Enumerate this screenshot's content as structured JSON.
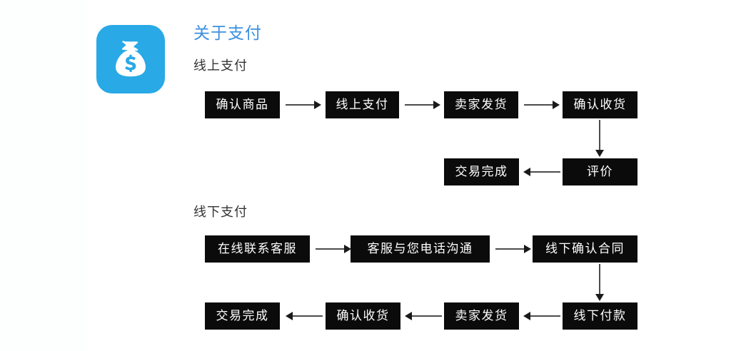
{
  "page": {
    "background_color": "#ffffff",
    "node_color": "#0b0b0b",
    "node_text_color": "#ffffff",
    "arrow_color": "#4c4c4c",
    "accent_color": "#3b8fe0",
    "icon_background_color": "#29a9e6"
  },
  "header": {
    "icon_name": "money-bag-icon",
    "title": "关于支付"
  },
  "sections": [
    {
      "label": "线上支付",
      "nodes": [
        {
          "id": "o1",
          "label": "确认商品"
        },
        {
          "id": "o2",
          "label": "线上支付"
        },
        {
          "id": "o3",
          "label": "卖家发货"
        },
        {
          "id": "o4",
          "label": "确认收货"
        },
        {
          "id": "o5",
          "label": "评价"
        },
        {
          "id": "o6",
          "label": "交易完成"
        }
      ],
      "edges": [
        {
          "from": "o1",
          "to": "o2",
          "direction": "right"
        },
        {
          "from": "o2",
          "to": "o3",
          "direction": "right"
        },
        {
          "from": "o3",
          "to": "o4",
          "direction": "right"
        },
        {
          "from": "o4",
          "to": "o5",
          "direction": "down"
        },
        {
          "from": "o5",
          "to": "o6",
          "direction": "left"
        }
      ]
    },
    {
      "label": "线下支付",
      "nodes": [
        {
          "id": "f1",
          "label": "在线联系客服"
        },
        {
          "id": "f2",
          "label": "客服与您电话沟通"
        },
        {
          "id": "f3",
          "label": "线下确认合同"
        },
        {
          "id": "f4",
          "label": "线下付款"
        },
        {
          "id": "f5",
          "label": "卖家发货"
        },
        {
          "id": "f6",
          "label": "确认收货"
        },
        {
          "id": "f7",
          "label": "交易完成"
        }
      ],
      "edges": [
        {
          "from": "f1",
          "to": "f2",
          "direction": "right"
        },
        {
          "from": "f2",
          "to": "f3",
          "direction": "right"
        },
        {
          "from": "f3",
          "to": "f4",
          "direction": "down"
        },
        {
          "from": "f4",
          "to": "f5",
          "direction": "left"
        },
        {
          "from": "f5",
          "to": "f6",
          "direction": "left"
        },
        {
          "from": "f6",
          "to": "f7",
          "direction": "left"
        }
      ]
    }
  ]
}
